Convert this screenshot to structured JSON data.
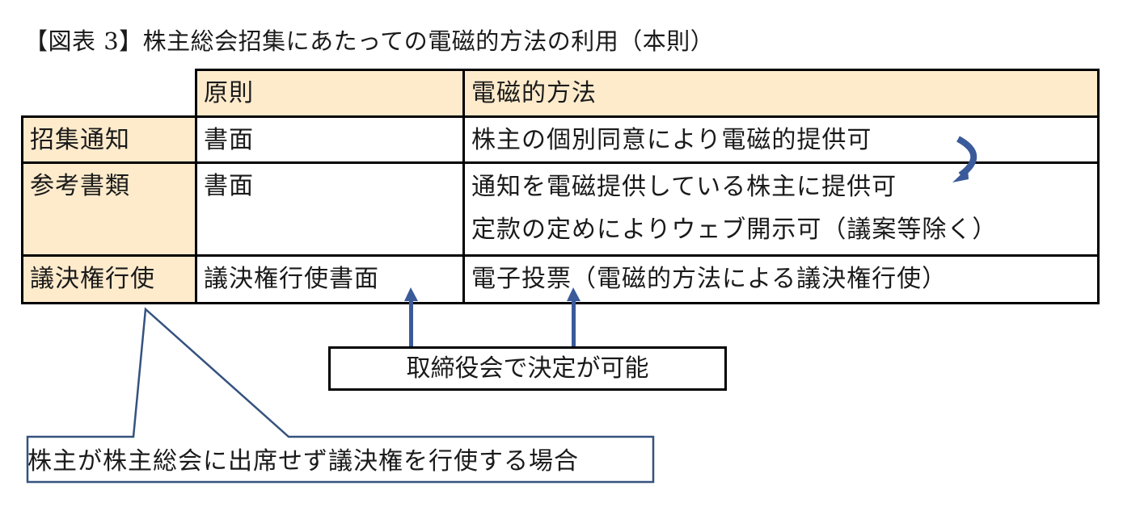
{
  "title": "【図表 3】株主総会招集にあたっての電磁的方法の利用（本則）",
  "table": {
    "headers": [
      "原則",
      "電磁的方法"
    ],
    "rows": [
      {
        "label": "招集通知",
        "principle": "書面",
        "electronic": [
          "株主の個別同意により電磁的提供可"
        ]
      },
      {
        "label": "参考書類",
        "principle": "書面",
        "electronic": [
          "通知を電磁提供している株主に提供可",
          "定款の定めによりウェブ開示可（議案等除く）"
        ]
      },
      {
        "label": "議決権行使",
        "principle": "議決権行使書面",
        "electronic": [
          "電子投票（電磁的方法による議決権行使）"
        ]
      }
    ]
  },
  "callout": {
    "text": "取締役会で決定が可能"
  },
  "speech_bubble": {
    "text": "株主が株主総会に出席せず議決権を行使する場合"
  },
  "colors": {
    "header_bg": "#fdebcc",
    "arrow": "#3a5a9a",
    "bubble_border": "#35527f"
  }
}
